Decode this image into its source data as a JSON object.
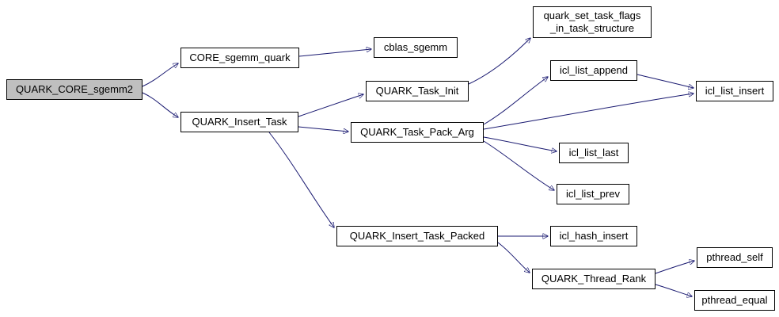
{
  "diagram": {
    "type": "call-graph",
    "colors": {
      "background": "#ffffff",
      "node_fill": "#ffffff",
      "node_border": "#000000",
      "root_node_fill": "#bfbfbf",
      "edge": "#191970",
      "text": "#000000"
    },
    "nodes": {
      "root": {
        "label": "QUARK_CORE_sgemm2"
      },
      "core_sgemm_quark": {
        "label": "CORE_sgemm_quark"
      },
      "cblas_sgemm": {
        "label": "cblas_sgemm"
      },
      "quark_insert_task": {
        "label": "QUARK_Insert_Task"
      },
      "quark_task_init": {
        "label": "QUARK_Task_Init"
      },
      "quark_task_pack_arg": {
        "label": "QUARK_Task_Pack_Arg"
      },
      "quark_set_task_flags": {
        "line1": "quark_set_task_flags",
        "line2": "_in_task_structure"
      },
      "icl_list_append": {
        "label": "icl_list_append"
      },
      "icl_list_insert": {
        "label": "icl_list_insert"
      },
      "icl_list_last": {
        "label": "icl_list_last"
      },
      "icl_list_prev": {
        "label": "icl_list_prev"
      },
      "quark_insert_task_packed": {
        "label": "QUARK_Insert_Task_Packed"
      },
      "icl_hash_insert": {
        "label": "icl_hash_insert"
      },
      "quark_thread_rank": {
        "label": "QUARK_Thread_Rank"
      },
      "pthread_self": {
        "label": "pthread_self"
      },
      "pthread_equal": {
        "label": "pthread_equal"
      }
    },
    "edges": [
      {
        "from": "QUARK_CORE_sgemm2",
        "to": "CORE_sgemm_quark"
      },
      {
        "from": "QUARK_CORE_sgemm2",
        "to": "QUARK_Insert_Task"
      },
      {
        "from": "CORE_sgemm_quark",
        "to": "cblas_sgemm"
      },
      {
        "from": "QUARK_Insert_Task",
        "to": "QUARK_Task_Init"
      },
      {
        "from": "QUARK_Insert_Task",
        "to": "QUARK_Task_Pack_Arg"
      },
      {
        "from": "QUARK_Insert_Task",
        "to": "QUARK_Insert_Task_Packed"
      },
      {
        "from": "QUARK_Task_Init",
        "to": "quark_set_task_flags_in_task_structure"
      },
      {
        "from": "QUARK_Task_Pack_Arg",
        "to": "icl_list_append"
      },
      {
        "from": "QUARK_Task_Pack_Arg",
        "to": "icl_list_insert"
      },
      {
        "from": "QUARK_Task_Pack_Arg",
        "to": "icl_list_last"
      },
      {
        "from": "QUARK_Task_Pack_Arg",
        "to": "icl_list_prev"
      },
      {
        "from": "icl_list_append",
        "to": "icl_list_insert"
      },
      {
        "from": "QUARK_Insert_Task_Packed",
        "to": "icl_hash_insert"
      },
      {
        "from": "QUARK_Insert_Task_Packed",
        "to": "QUARK_Thread_Rank"
      },
      {
        "from": "QUARK_Thread_Rank",
        "to": "pthread_self"
      },
      {
        "from": "QUARK_Thread_Rank",
        "to": "pthread_equal"
      }
    ]
  }
}
